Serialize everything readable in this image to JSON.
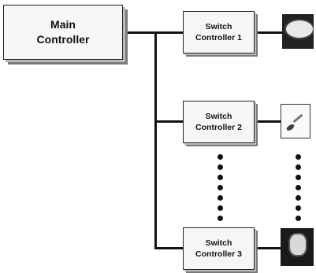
{
  "nodes": {
    "main_controller": "Main\nController",
    "switch_controller_1": "Switch\nController 1",
    "switch_controller_2": "Switch\nController 2",
    "switch_controller_3": "Switch\nController 3"
  },
  "devices": [
    {
      "icon": "round-device-icon"
    },
    {
      "icon": "probe-device-icon"
    },
    {
      "icon": "cylinder-device-icon"
    }
  ]
}
